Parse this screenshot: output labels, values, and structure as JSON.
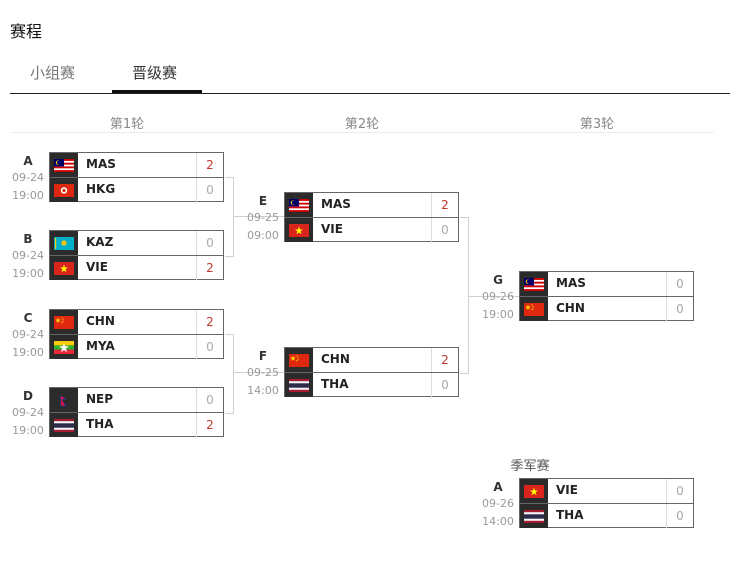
{
  "page": {
    "title": "赛程"
  },
  "tabs": [
    {
      "label": "小组赛",
      "active": false
    },
    {
      "label": "晋级赛",
      "active": true
    }
  ],
  "rounds": [
    "第1轮",
    "第2轮",
    "第3轮"
  ],
  "third_place_title": "季军赛",
  "colors": {
    "win_score": "#c0392b",
    "lose_score": "#aaaaaa",
    "flag_cell": "#2b2b2b"
  },
  "matches": [
    {
      "id": "A",
      "date": "09-24",
      "time": "19:00",
      "teams": [
        {
          "code": "MAS",
          "flag": "malaysia-flag-icon",
          "score": "2",
          "win": true
        },
        {
          "code": "HKG",
          "flag": "hongkong-flag-icon",
          "score": "0",
          "win": false
        }
      ]
    },
    {
      "id": "B",
      "date": "09-24",
      "time": "19:00",
      "teams": [
        {
          "code": "KAZ",
          "flag": "kazakhstan-flag-icon",
          "score": "0",
          "win": false
        },
        {
          "code": "VIE",
          "flag": "vietnam-flag-icon",
          "score": "2",
          "win": true
        }
      ]
    },
    {
      "id": "C",
      "date": "09-24",
      "time": "19:00",
      "teams": [
        {
          "code": "CHN",
          "flag": "china-flag-icon",
          "score": "2",
          "win": true
        },
        {
          "code": "MYA",
          "flag": "myanmar-flag-icon",
          "score": "0",
          "win": false
        }
      ]
    },
    {
      "id": "D",
      "date": "09-24",
      "time": "19:00",
      "teams": [
        {
          "code": "NEP",
          "flag": "nepal-flag-icon",
          "score": "0",
          "win": false
        },
        {
          "code": "THA",
          "flag": "thailand-flag-icon",
          "score": "2",
          "win": true
        }
      ]
    },
    {
      "id": "E",
      "date": "09-25",
      "time": "09:00",
      "teams": [
        {
          "code": "MAS",
          "flag": "malaysia-flag-icon",
          "score": "2",
          "win": true
        },
        {
          "code": "VIE",
          "flag": "vietnam-flag-icon",
          "score": "0",
          "win": false
        }
      ]
    },
    {
      "id": "F",
      "date": "09-25",
      "time": "14:00",
      "teams": [
        {
          "code": "CHN",
          "flag": "china-flag-icon",
          "score": "2",
          "win": true
        },
        {
          "code": "THA",
          "flag": "thailand-flag-icon",
          "score": "0",
          "win": false
        }
      ]
    },
    {
      "id": "G",
      "date": "09-26",
      "time": "19:00",
      "teams": [
        {
          "code": "MAS",
          "flag": "malaysia-flag-icon",
          "score": "0",
          "win": false
        },
        {
          "code": "CHN",
          "flag": "china-flag-icon",
          "score": "0",
          "win": false
        }
      ]
    },
    {
      "id": "A",
      "date": "09-26",
      "time": "14:00",
      "teams": [
        {
          "code": "VIE",
          "flag": "vietnam-flag-icon",
          "score": "0",
          "win": false
        },
        {
          "code": "THA",
          "flag": "thailand-flag-icon",
          "score": "0",
          "win": false
        }
      ]
    }
  ]
}
